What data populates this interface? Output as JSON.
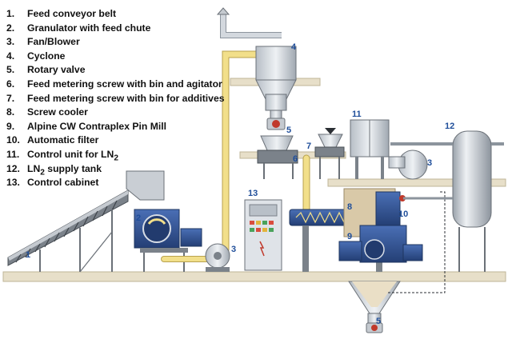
{
  "legend": [
    {
      "num": "1.",
      "text": "Feed conveyor belt",
      "sub": ""
    },
    {
      "num": "2.",
      "text": "Granulator with feed chute",
      "sub": ""
    },
    {
      "num": "3.",
      "text": "Fan/Blower",
      "sub": ""
    },
    {
      "num": "4.",
      "text": "Cyclone",
      "sub": ""
    },
    {
      "num": "5.",
      "text": "Rotary valve",
      "sub": ""
    },
    {
      "num": "6.",
      "text": "Feed metering screw with bin and agitator",
      "sub": ""
    },
    {
      "num": "7.",
      "text": "Feed metering screw with bin for additives",
      "sub": ""
    },
    {
      "num": "8.",
      "text": "Screw cooler",
      "sub": ""
    },
    {
      "num": "9.",
      "text": "Alpine CW Contraplex Pin Mill",
      "sub": ""
    },
    {
      "num": "10.",
      "text": "Automatic filter",
      "sub": ""
    },
    {
      "num": "11.",
      "text": "Control unit for LN",
      "sub": "2"
    },
    {
      "num": "12.",
      "text": "LN",
      "sub": "2",
      "tail": " supply tank"
    },
    {
      "num": "13.",
      "text": "Control cabinet",
      "sub": ""
    }
  ],
  "callouts": {
    "c1": "1",
    "c2": "2",
    "c3a": "3",
    "c3b": "3",
    "c4": "4",
    "c5a": "5",
    "c5b": "5",
    "c6": "6",
    "c7": "7",
    "c8": "8",
    "c9": "9",
    "c10": "10",
    "c11": "11",
    "c12": "12",
    "c13": "13"
  },
  "colors": {
    "label_blue": "#1f4e9a",
    "equipment_blue": "#2e4f8f",
    "pipe_yellow": "#f2df8a",
    "floor_beige": "#e7dfc9",
    "metal_gray": "#a7aeb6",
    "ln2_red": "#c0392b"
  }
}
